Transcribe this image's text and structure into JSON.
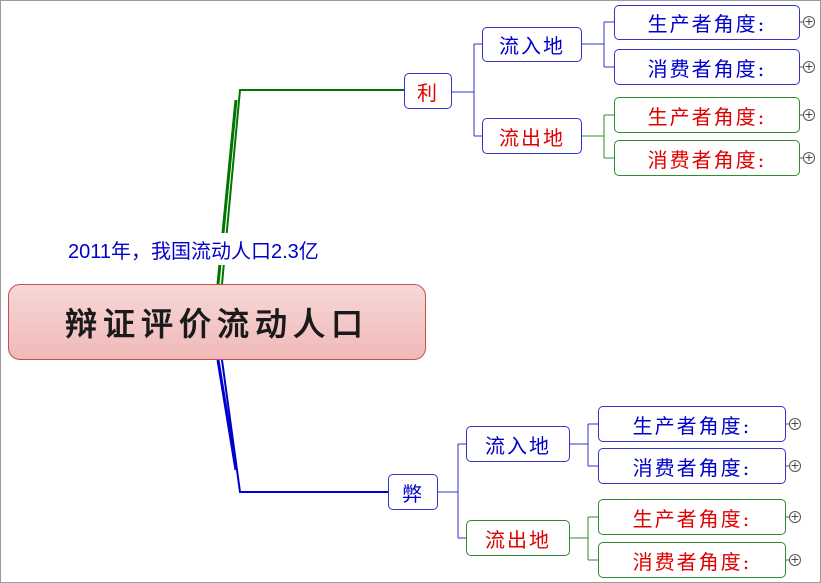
{
  "root": {
    "label": "辩证评价流动人口"
  },
  "subtitle": "2011年，我国流动人口2.3亿",
  "branches": [
    {
      "label": "利",
      "children": [
        {
          "label": "流入地",
          "leaves": [
            {
              "label": "生产者角度:"
            },
            {
              "label": "消费者角度:"
            }
          ]
        },
        {
          "label": "流出地",
          "leaves": [
            {
              "label": "生产者角度:"
            },
            {
              "label": "消费者角度:"
            }
          ]
        }
      ]
    },
    {
      "label": "弊",
      "children": [
        {
          "label": "流入地",
          "leaves": [
            {
              "label": "生产者角度:"
            },
            {
              "label": "消费者角度:"
            }
          ]
        },
        {
          "label": "流出地",
          "leaves": [
            {
              "label": "生产者角度:"
            },
            {
              "label": "消费者角度:"
            }
          ]
        }
      ]
    }
  ],
  "expand_symbol": "+",
  "colors": {
    "upper_trunk": "#007700",
    "lower_trunk": "#0000cc",
    "blue": "#0000cc",
    "red": "#e00000",
    "green": "#2e8b2e"
  }
}
